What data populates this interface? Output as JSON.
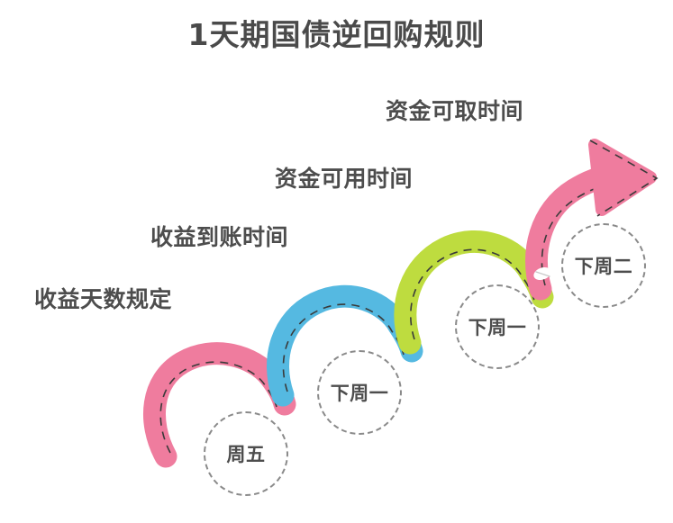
{
  "page": {
    "title": "1天期国债逆回购规则",
    "background_color": "#ffffff",
    "text_color": "#4a4a4a"
  },
  "chart_data": {
    "type": "diagram",
    "title": "1天期国债逆回购规则",
    "subtype": "ascending-stepped-arrow-timeline",
    "stage_count": 4,
    "stages": [
      {
        "index": 0,
        "label": "收益天数规定",
        "day": "周五",
        "color": "#ef7c9e",
        "color_name": "pink"
      },
      {
        "index": 1,
        "label": "收益到账时间",
        "day": "下周一",
        "color": "#55b9e1",
        "color_name": "blue"
      },
      {
        "index": 2,
        "label": "资金可用时间",
        "day": "下周一",
        "color": "#bedc3f",
        "color_name": "green"
      },
      {
        "index": 3,
        "label": "资金可取时间",
        "day": "下周二",
        "color": "#ef7c9e",
        "color_name": "pink"
      }
    ],
    "palette": {
      "pink": "#ef7c9e",
      "blue": "#55b9e1",
      "green": "#bedc3f",
      "dash_outline": "#3a3a3a",
      "circle_outline": "#8a8a8a",
      "text": "#4d4d4d"
    },
    "legend": "none",
    "grid": false
  },
  "labels": {
    "stage_0": "收益天数规定",
    "stage_1": "收益到账时间",
    "stage_2": "资金可用时间",
    "stage_3": "资金可取时间"
  },
  "days": {
    "day_0": "周五",
    "day_1": "下周一",
    "day_2": "下周一",
    "day_3": "下周二"
  },
  "icons": {
    "arrow": "arrow-right-icon",
    "joint": "joint-hole-icon",
    "circle": "dashed-circle-icon"
  }
}
